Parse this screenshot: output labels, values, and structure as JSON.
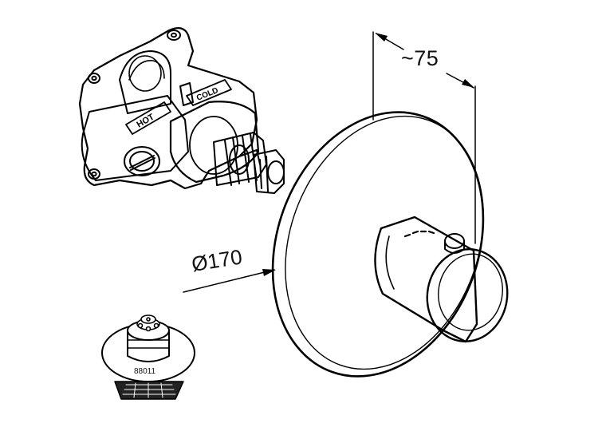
{
  "drawing": {
    "dimension_depth": "~75",
    "dimension_diameter": "Ø170",
    "cartridge_code": "88011",
    "rough_in_labels": {
      "hot": "HOT",
      "cold": "COLD"
    },
    "line_color": "#000000",
    "background": "#ffffff"
  }
}
